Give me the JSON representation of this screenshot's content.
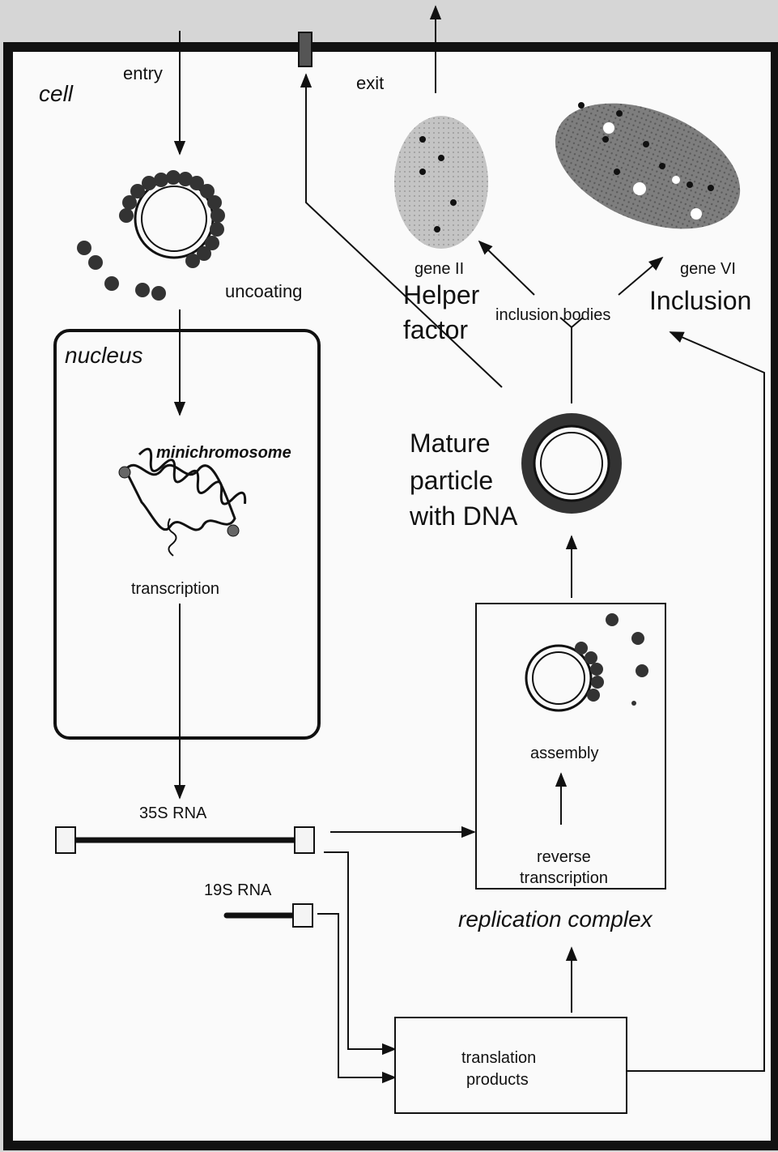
{
  "labels": {
    "cell": "cell",
    "entry": "entry",
    "exit": "exit",
    "uncoating": "uncoating",
    "nucleus": "nucleus",
    "minichromosome": "minichromosome",
    "transcription": "transcription",
    "rna35s": "35S RNA",
    "rna19s": "19S RNA",
    "gene2": "gene II",
    "gene6": "gene VI",
    "helper_line1": "Helper",
    "helper_line2": "factor",
    "inclusion": "Inclusion",
    "inclusion_bodies": "inclusion bodies",
    "mature_line1": "Mature",
    "mature_line2": "particle",
    "mature_line3": "with DNA",
    "assembly": "assembly",
    "reverse_line1": "reverse",
    "reverse_line2": "transcription",
    "replication_complex": "replication complex",
    "translation_line1": "translation",
    "translation_line2": "products"
  },
  "colors": {
    "ink": "#111111",
    "background": "#d6d6d6",
    "cell_interior": "#fafafa",
    "gene2_body": "#bdbdbd",
    "gene6_body": "#777777"
  }
}
